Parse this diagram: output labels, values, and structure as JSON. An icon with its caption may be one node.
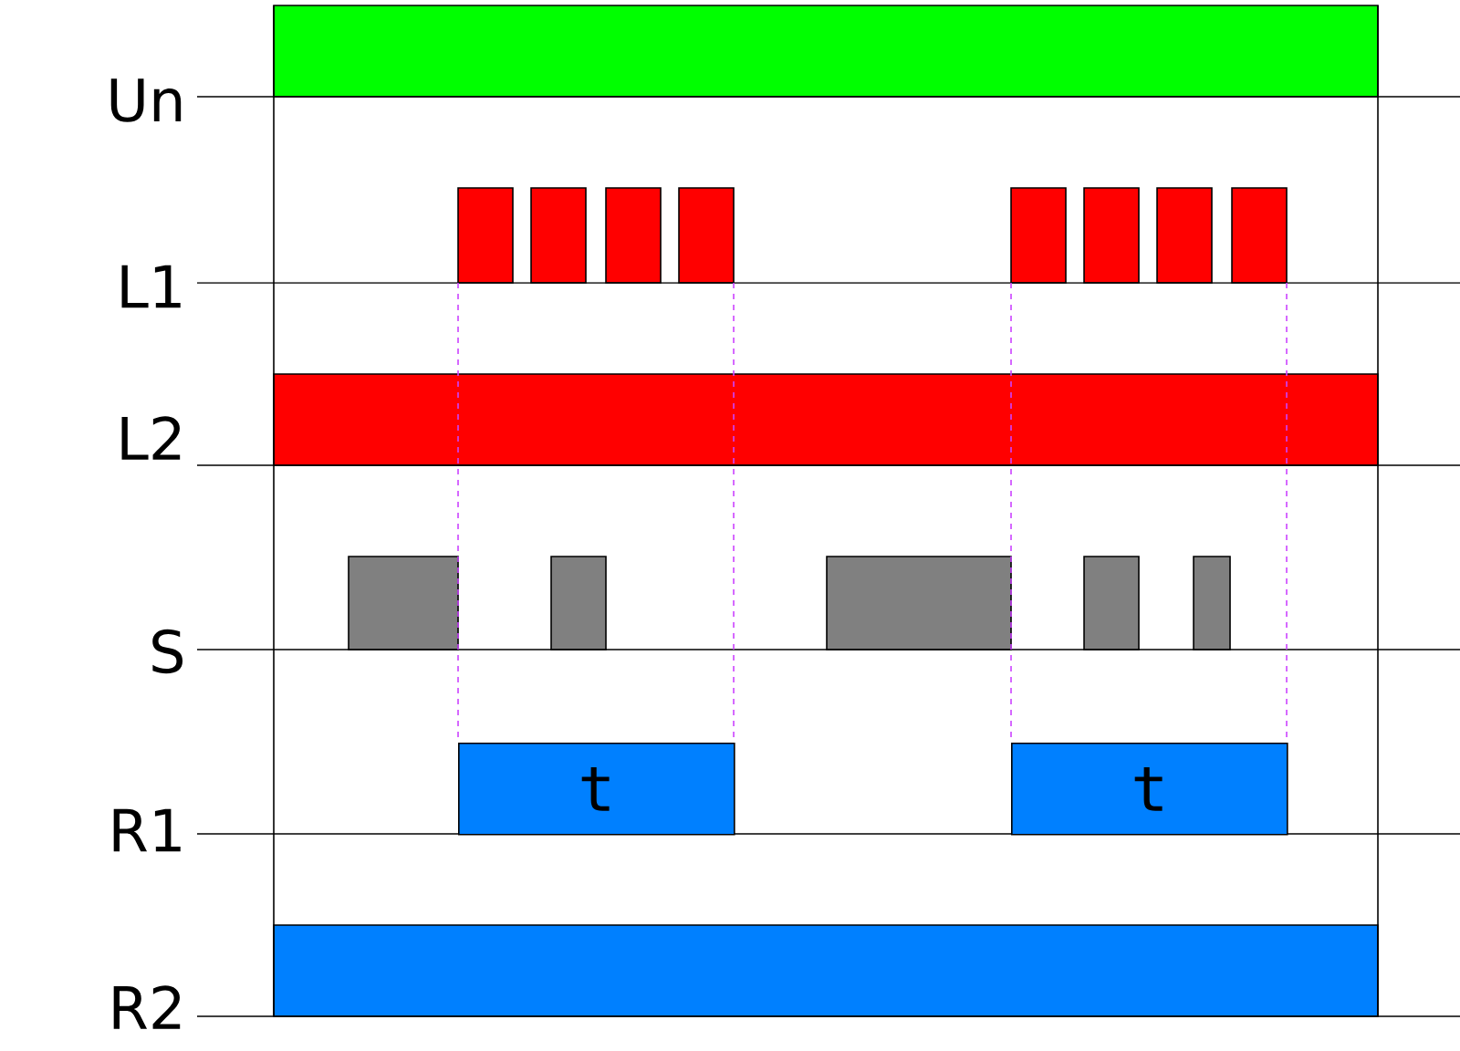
{
  "diagram": {
    "nodes": [
      {
        "text": [
          "t"
        ]
      },
      {
        "text": [
          "t"
        ]
      }
    ],
    "labels": [
      "Un",
      "L1",
      "L2",
      "S",
      "R1",
      "R2"
    ]
  }
}
